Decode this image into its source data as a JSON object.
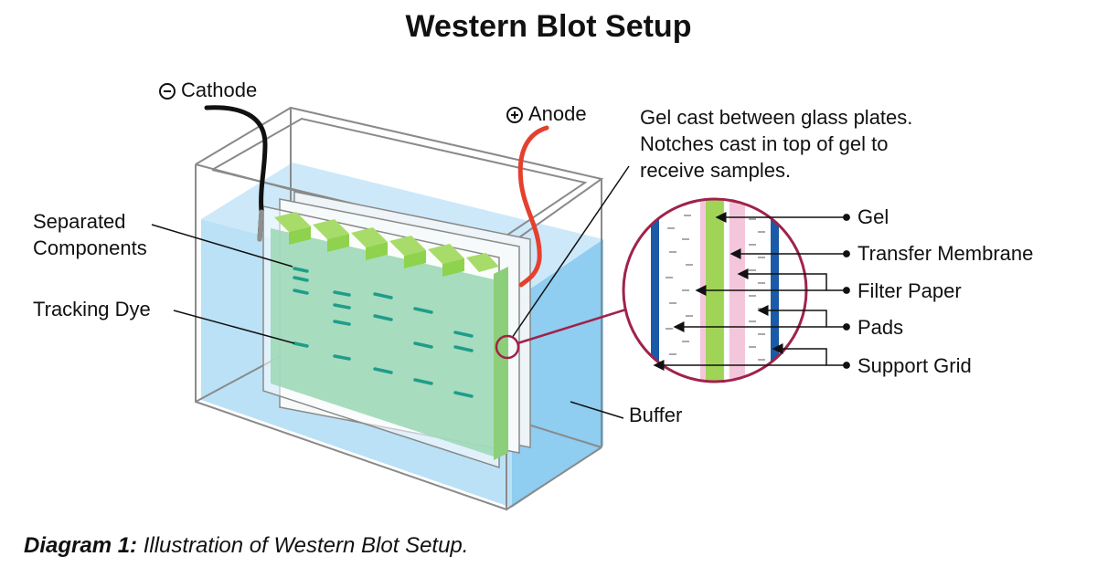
{
  "title": "Western Blot Setup",
  "electrodes": {
    "cathode": "Cathode",
    "anode": "Anode"
  },
  "gel_note": {
    "line1": "Gel cast between glass plates.",
    "line2": "Notches cast in top of gel to",
    "line3": "receive samples."
  },
  "left_labels": {
    "separated_line1": "Separated",
    "separated_line2": "Components",
    "tracking_dye": "Tracking Dye"
  },
  "buffer": "Buffer",
  "stack_labels": [
    "Gel",
    "Transfer Membrane",
    "Filter Paper",
    "Pads",
    "Support Grid"
  ],
  "caption": {
    "bold": "Diagram 1:",
    "rest": " Illustration of Western Blot Setup."
  },
  "colors": {
    "buffer_blue": "#a9d8f5",
    "gel_green": "#9fd8b8",
    "comb_green": "#a8dc6a",
    "band_teal": "#1f9d8a",
    "membrane_pink": "#f4c6dc",
    "grid_blue": "#1a5aa8",
    "magnifier_ring": "#a0224a",
    "anode_red": "#e5402e",
    "cathode_black": "#111111"
  }
}
